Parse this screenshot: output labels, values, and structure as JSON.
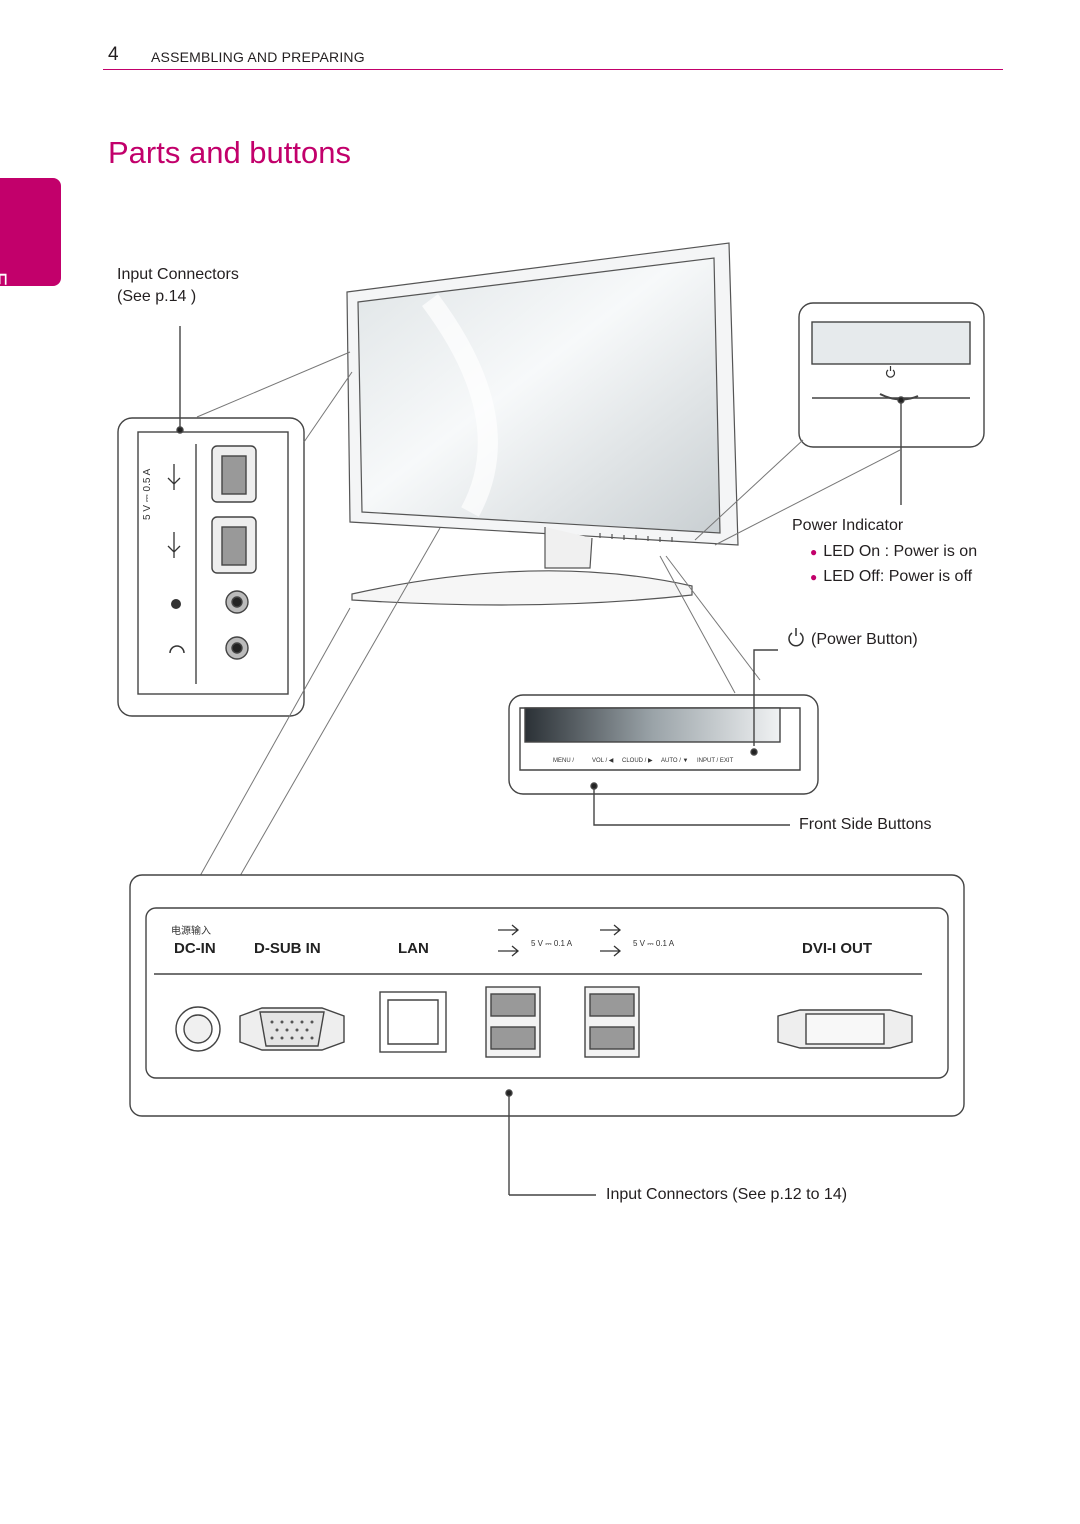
{
  "header": {
    "page_number": "4",
    "section": "ASSEMBLING AND PREPARING"
  },
  "title": "Parts and buttons",
  "language_tab": "English",
  "callouts": {
    "input_connectors_side": "Input Connectors",
    "input_connectors_side_ref": "(See p.14 )",
    "power_indicator": "Power Indicator",
    "led_on": "LED On : Power is on",
    "led_off": "LED Off: Power is off",
    "power_button": "(Power Button)",
    "front_side_buttons": "Front Side Buttons",
    "input_connectors_rear": "Input Connectors (See p.12 to 14)"
  },
  "side_panel": {
    "rating": "5 V ⎓ 0.5 A"
  },
  "front_buttons": [
    "MENU / ",
    "VOL / ◀",
    "CLOUD / ▶",
    "AUTO / ▼",
    "INPUT / EXIT"
  ],
  "rear_panel": {
    "dc_in_cn": "电源输入",
    "dc_in": "DC-IN",
    "dsub": "D-SUB IN",
    "lan": "LAN",
    "usb_rating_1": "5 V ⎓ 0.1 A",
    "usb_rating_2": "5 V ⎓ 0.1 A",
    "dvi": "DVI-I OUT"
  },
  "colors": {
    "accent": "#c2006b",
    "text": "#231f20",
    "line": "#3a3a3a"
  }
}
